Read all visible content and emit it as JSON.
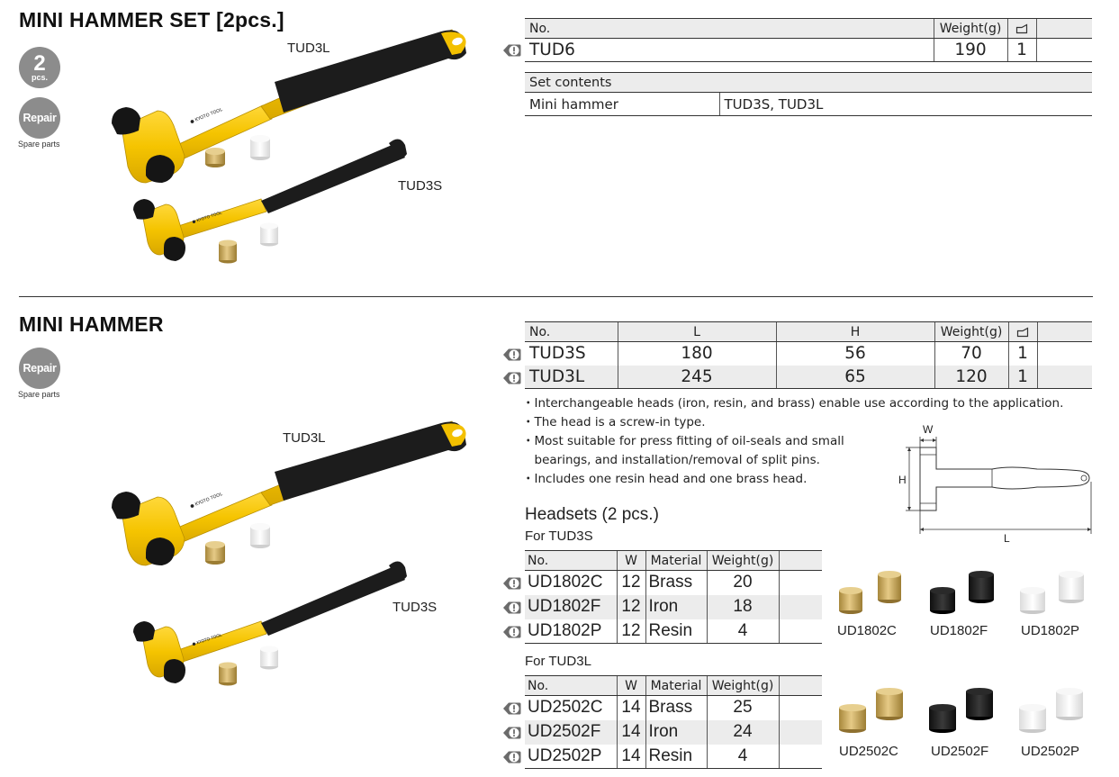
{
  "set_section": {
    "title": "MINI HAMMER SET [2pcs.]",
    "badge_count": "2",
    "badge_count_unit": "pcs.",
    "badge_repair": "Repair",
    "spare_parts": "Spare parts",
    "image_labels": [
      "TUD3L",
      "TUD3S"
    ],
    "table": {
      "headers": [
        "No.",
        "Weight(g)",
        ""
      ],
      "rows": [
        {
          "no": "TUD6",
          "weight": "190",
          "qty": "1"
        }
      ]
    },
    "set_contents": {
      "header": "Set contents",
      "label": "Mini hammer",
      "value": "TUD3S, TUD3L"
    }
  },
  "hammer_section": {
    "title": "MINI HAMMER",
    "badge_repair": "Repair",
    "spare_parts": "Spare parts",
    "image_labels": [
      "TUD3L",
      "TUD3S"
    ],
    "table": {
      "headers": [
        "No.",
        "L",
        "H",
        "Weight(g)",
        ""
      ],
      "rows": [
        {
          "no": "TUD3S",
          "l": "180",
          "h": "56",
          "weight": "70",
          "qty": "1"
        },
        {
          "no": "TUD3L",
          "l": "245",
          "h": "65",
          "weight": "120",
          "qty": "1"
        }
      ]
    },
    "notes": [
      "・Interchangeable heads (iron, resin, and brass) enable use according to the application.",
      "・The head is a screw-in type.",
      "・Most suitable for press fitting of oil-seals and small",
      "　bearings, and installation/removal of split pins.",
      "・Includes one resin head and one brass head."
    ],
    "diagram_labels": {
      "w": "W",
      "h": "H",
      "l": "L"
    },
    "headsets_title": "Headsets (2 pcs.)",
    "headset_groups": [
      {
        "for_label": "For TUD3S",
        "headers": [
          "No.",
          "W",
          "Material",
          "Weight(g)",
          ""
        ],
        "rows": [
          {
            "no": "UD1802C",
            "w": "12",
            "material": "Brass",
            "weight": "20"
          },
          {
            "no": "UD1802F",
            "w": "12",
            "material": "Iron",
            "weight": "18"
          },
          {
            "no": "UD1802P",
            "w": "12",
            "material": "Resin",
            "weight": "4"
          }
        ],
        "captions": [
          "UD1802C",
          "UD1802F",
          "UD1802P"
        ]
      },
      {
        "for_label": "For TUD3L",
        "headers": [
          "No.",
          "W",
          "Material",
          "Weight(g)",
          ""
        ],
        "rows": [
          {
            "no": "UD2502C",
            "w": "14",
            "material": "Brass",
            "weight": "25"
          },
          {
            "no": "UD2502F",
            "w": "14",
            "material": "Iron",
            "weight": "24"
          },
          {
            "no": "UD2502P",
            "w": "14",
            "material": "Resin",
            "weight": "4"
          }
        ],
        "captions": [
          "UD2502C",
          "UD2502F",
          "UD2502P"
        ]
      }
    ]
  },
  "colors": {
    "yellow": "#f2c200",
    "black": "#1b1b1b",
    "brass": "#c9a64f",
    "resin": "#eeeeee",
    "header_gray": "#ececec",
    "badge_gray": "#8c8c8c"
  },
  "icons": {
    "warning": "exclamation-tag-icon",
    "package": "package-icon"
  }
}
